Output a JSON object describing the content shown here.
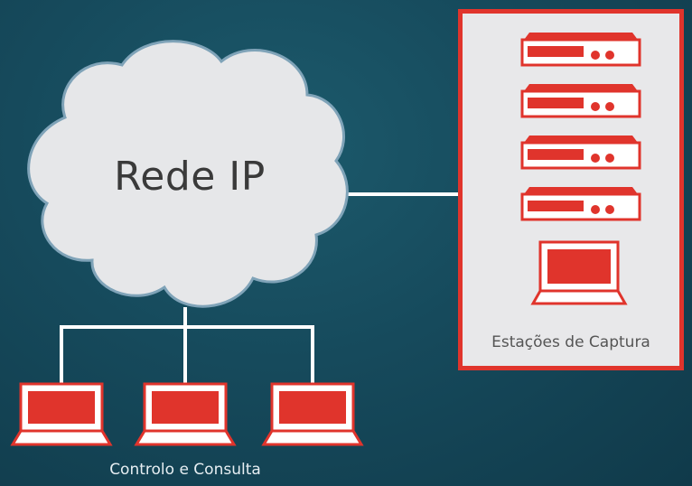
{
  "network": {
    "label": "Rede IP"
  },
  "capture": {
    "label": "Estações de Captura",
    "server_count": 4,
    "workstation_count": 1
  },
  "control": {
    "label": "Controlo e Consulta",
    "laptop_count": 3
  },
  "colors": {
    "background": "#164a5c",
    "accent_red": "#e0342c",
    "cloud_fill": "#e6e7e9",
    "cloud_stroke": "#7fa3b8",
    "line_white": "#ffffff",
    "panel_fill": "#e8e8ea"
  },
  "icons": [
    "cloud-icon",
    "server-icon",
    "monitor-icon",
    "laptop-icon"
  ]
}
